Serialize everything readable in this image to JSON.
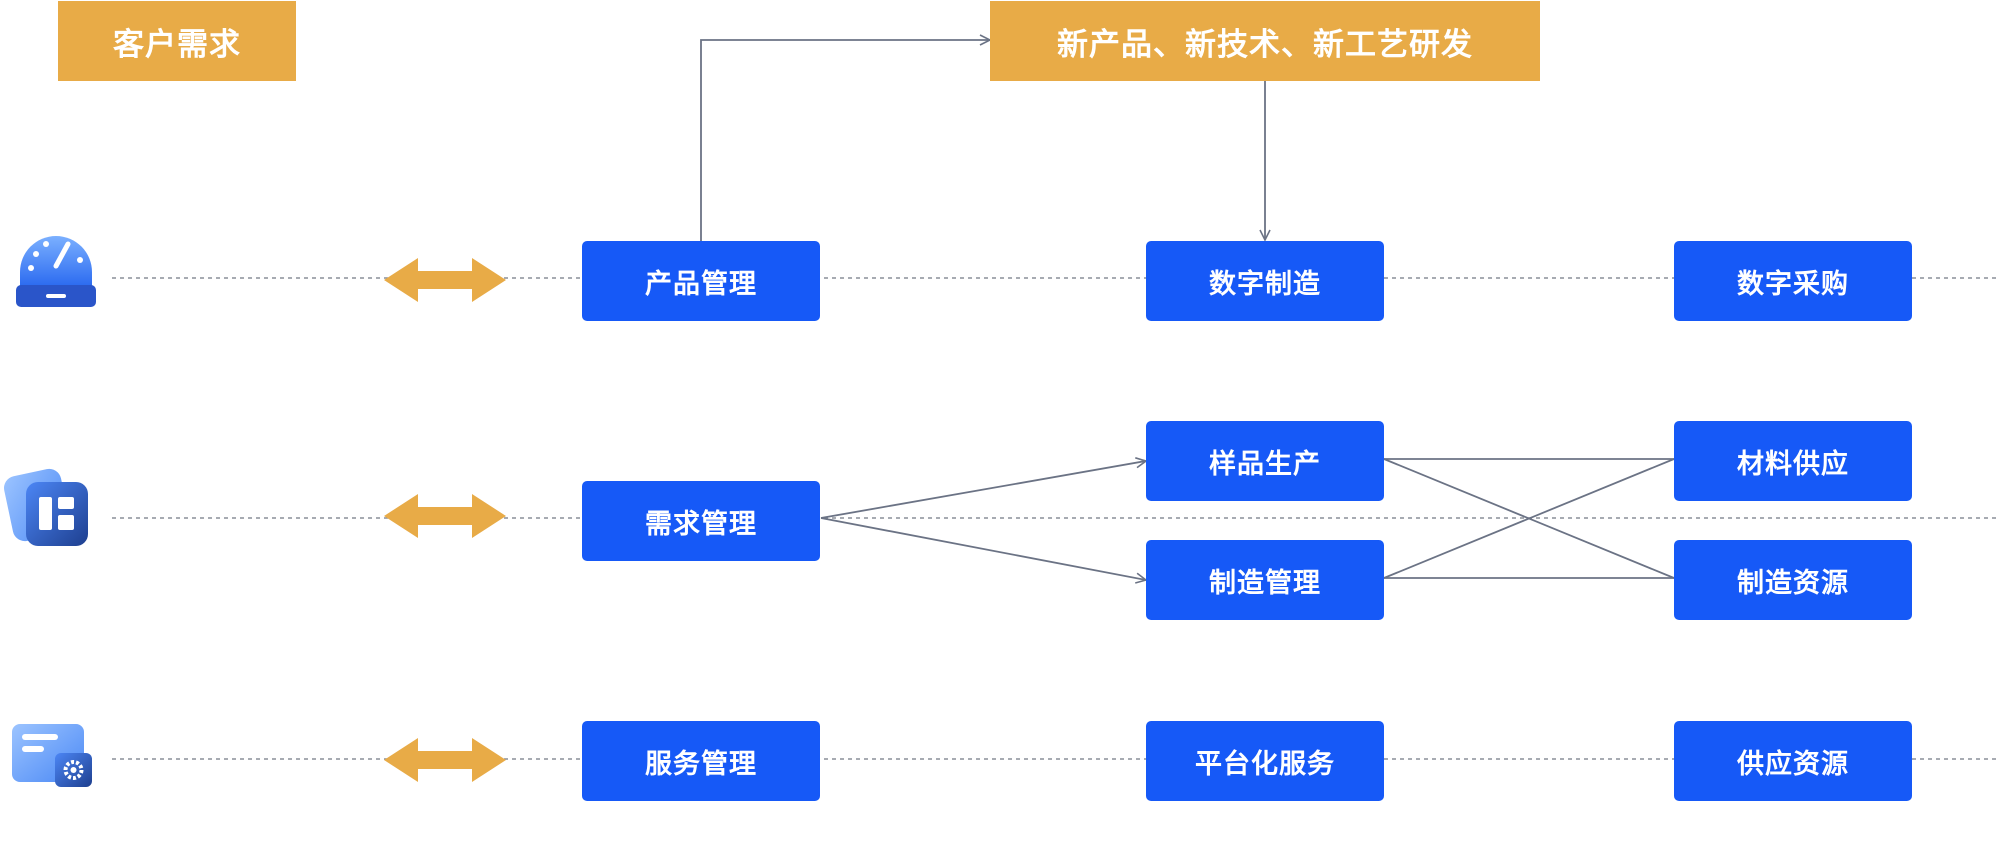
{
  "header": {
    "customer_demand": "客户需求",
    "rnd": "新产品、新技术、新工艺研发"
  },
  "rows": [
    {
      "icon": "dashboard-gauge-icon",
      "col1": "产品管理",
      "col2": "数字制造",
      "col3": "数字采购"
    },
    {
      "icon": "layout-board-icon",
      "col1": "需求管理",
      "col2a": "样品生产",
      "col2b": "制造管理",
      "col3a": "材料供应",
      "col3b": "制造资源"
    },
    {
      "icon": "settings-window-icon",
      "col1": "服务管理",
      "col2": "平台化服务",
      "col3": "供应资源"
    }
  ],
  "colors": {
    "orange": "#E8AB47",
    "blue": "#1659F7",
    "line": "#6B7385",
    "dotted": "#8A8F99"
  }
}
